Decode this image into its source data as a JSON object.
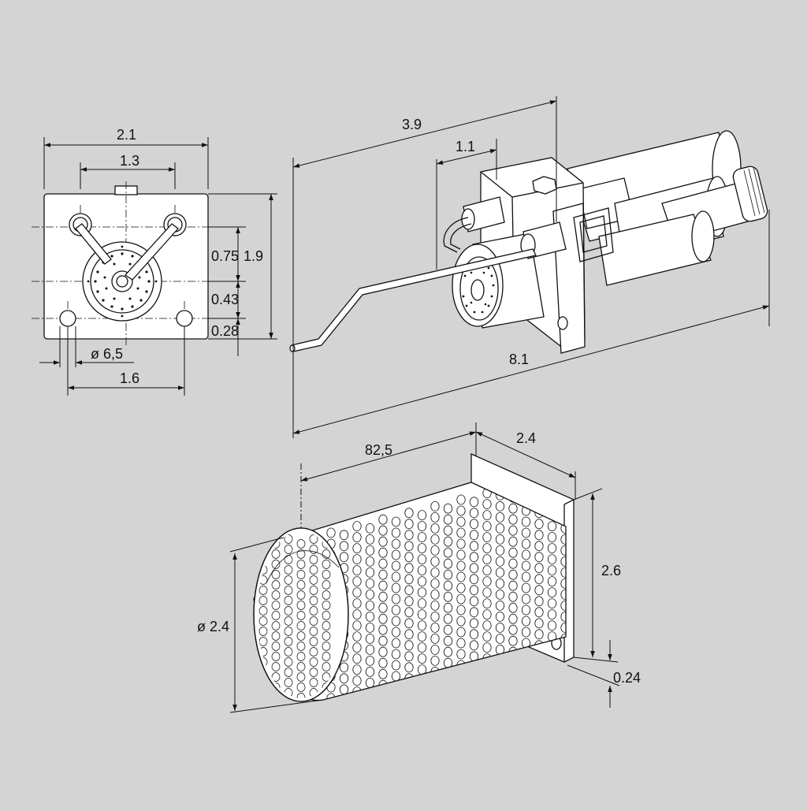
{
  "colors": {
    "background": "#d4d4d4",
    "line": "#111111",
    "part_fill": "#ffffff"
  },
  "front_view": {
    "dims": {
      "overall_width": "2.1",
      "electrode_spacing": "1.3",
      "right_upper": "0.75",
      "right_overall": "1.9",
      "right_middle": "0.43",
      "right_lower": "0.28",
      "hole_diameter": "ø 6,5",
      "hole_spacing": "1.6"
    }
  },
  "iso_view": {
    "dims": {
      "electrode_length": "3.9",
      "offset": "1.1",
      "overall_length": "8.1"
    }
  },
  "tube_view": {
    "dims": {
      "tube_length": "82,5",
      "flange_width": "2.4",
      "flange_height": "2.6",
      "tube_diameter": "ø 2.4",
      "flange_thickness": "0.24"
    }
  }
}
